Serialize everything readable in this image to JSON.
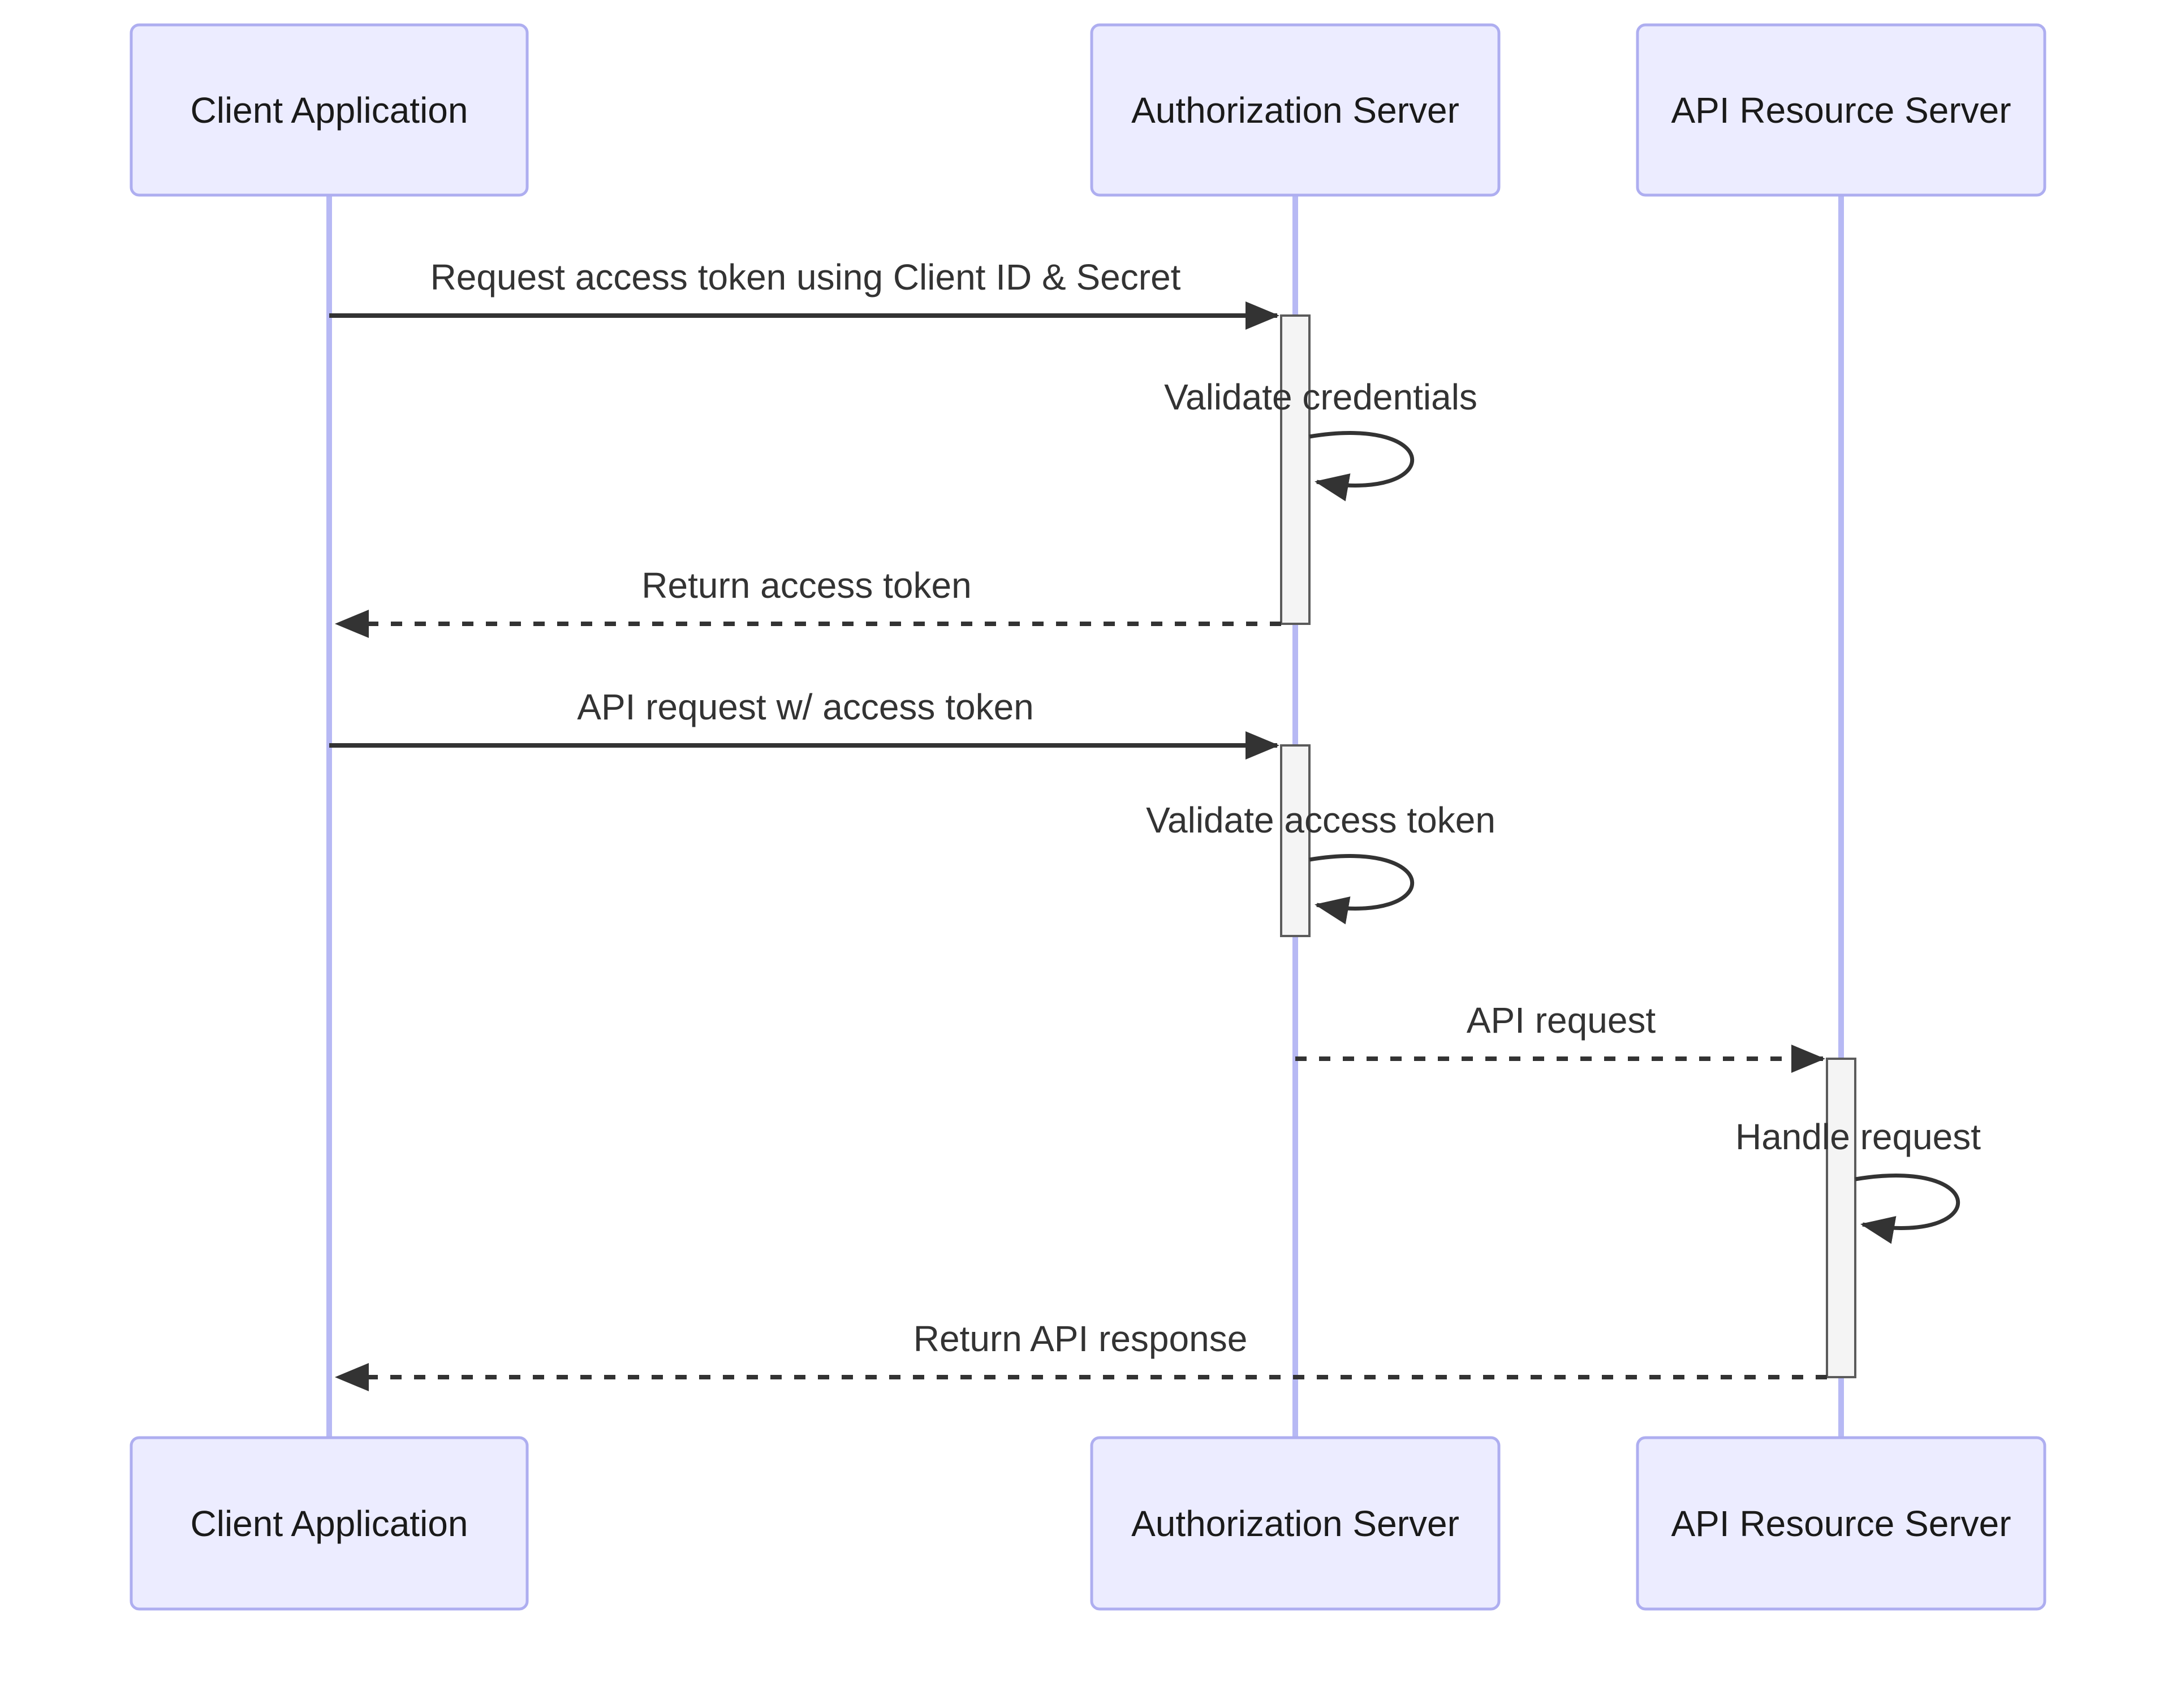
{
  "diagram": {
    "kind": "sequence-diagram",
    "title": "",
    "actors": [
      {
        "id": "client",
        "label": "Client Application"
      },
      {
        "id": "auth",
        "label": "Authorization Server"
      },
      {
        "id": "api",
        "label": "API Resource Server"
      }
    ],
    "messages": [
      {
        "label": "Request access token using Client ID & Secret",
        "from": "Client Application",
        "to": "Authorization Server",
        "line": "solid"
      },
      {
        "label": "Validate credentials",
        "from": "Authorization Server",
        "to": "Authorization Server",
        "line": "self"
      },
      {
        "label": "Return access token",
        "from": "Authorization Server",
        "to": "Client Application",
        "line": "dashed"
      },
      {
        "label": "API request w/ access token",
        "from": "Client Application",
        "to": "Authorization Server",
        "line": "solid"
      },
      {
        "label": "Validate access token",
        "from": "Authorization Server",
        "to": "Authorization Server",
        "line": "self"
      },
      {
        "label": "API request",
        "from": "Authorization Server",
        "to": "API Resource Server",
        "line": "dashed"
      },
      {
        "label": "Handle request",
        "from": "API Resource Server",
        "to": "API Resource Server",
        "line": "self"
      },
      {
        "label": "Return API response",
        "from": "API Resource Server",
        "to": "Client Application",
        "line": "dashed"
      }
    ],
    "colors": {
      "background": "#FFFFFF",
      "actor_fill": "#ECECFF",
      "actor_border": "#AEAEF0",
      "lifeline": "#B7B9F4",
      "activation_fill": "#F4F4F4",
      "activation_border": "#5B5B5B",
      "arrow": "#333333",
      "text": "#333333"
    }
  }
}
